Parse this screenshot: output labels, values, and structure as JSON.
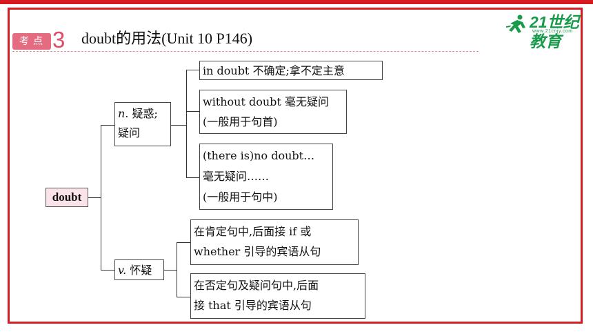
{
  "header": {
    "badge_label": "考点",
    "badge_number": "3",
    "title": "doubt的用法(Unit 10 P146)"
  },
  "logo": {
    "text": "21世纪教育",
    "sub": "www.21cnjy.com"
  },
  "tree": {
    "root": "doubt",
    "noun": {
      "pos": "n.",
      "meaning_1": "疑惑;",
      "meaning_2": "疑问",
      "items": [
        {
          "lines": [
            "in doubt 不确定;拿不定主意"
          ]
        },
        {
          "lines": [
            "without doubt 毫无疑问",
            "(一般用于句首)"
          ]
        },
        {
          "lines": [
            "(there is)no doubt…",
            "毫无疑问……",
            "(一般用于句中)"
          ]
        }
      ]
    },
    "verb": {
      "pos": "v.",
      "meaning": "怀疑",
      "items": [
        {
          "lines": [
            "在肯定句中,后面接 if 或",
            "whether 引导的宾语从句"
          ]
        },
        {
          "lines": [
            "在否定句及疑问句中,后面",
            "接 that 引导的宾语从句"
          ]
        }
      ]
    }
  },
  "colors": {
    "frame": "#d71920",
    "badge": "#e46b80",
    "root_fill": "#fbe3ea",
    "logo": "#1a9a4b"
  }
}
